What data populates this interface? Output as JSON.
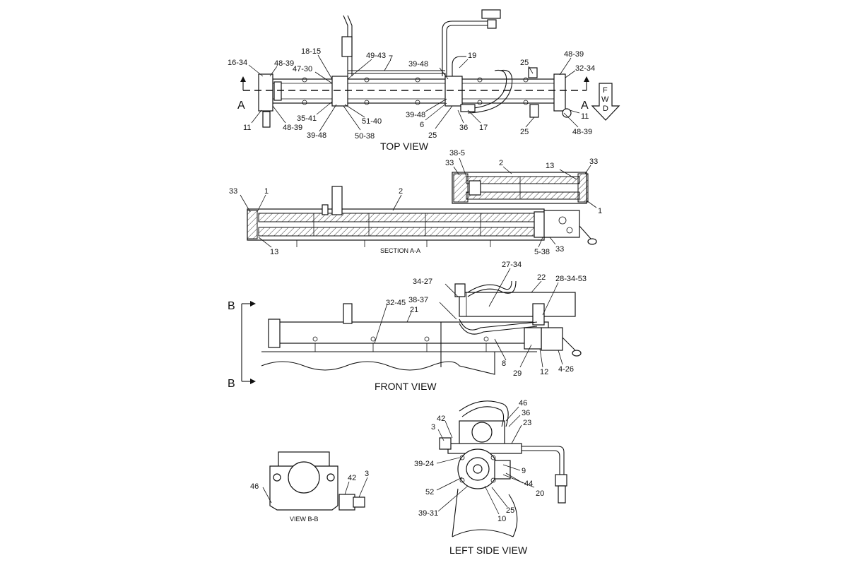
{
  "views": {
    "top_view": "TOP VIEW",
    "section_aa": "SECTION A-A",
    "front_view": "FRONT VIEW",
    "view_bb": "VIEW B-B",
    "left_side_view": "LEFT SIDE VIEW"
  },
  "section_markers": {
    "a": "A",
    "b": "B"
  },
  "fwd_arrow": {
    "f": "F",
    "w": "W",
    "d": "D"
  },
  "callouts": {
    "top": [
      "16-34",
      "48-39",
      "18-15",
      "47-30",
      "49-43",
      "7",
      "19",
      "39-48",
      "25",
      "48-39",
      "32-34",
      "11",
      "48-39",
      "35-41",
      "39-48",
      "51-40",
      "50-38",
      "39-48",
      "6",
      "25",
      "36",
      "17",
      "25",
      "11",
      "48-39"
    ],
    "section": [
      "38-5",
      "2",
      "13",
      "33",
      "33",
      "33",
      "1",
      "2",
      "1",
      "13",
      "5-38",
      "33"
    ],
    "front": [
      "27-34",
      "22",
      "28-34-53",
      "34-27",
      "38-37",
      "32-45",
      "21",
      "8",
      "29",
      "12",
      "4-26"
    ],
    "viewbb": [
      "46",
      "42",
      "3"
    ],
    "left": [
      "46",
      "36",
      "42",
      "3",
      "23",
      "39-24",
      "9",
      "44",
      "52",
      "20",
      "39-31",
      "25",
      "10"
    ]
  }
}
